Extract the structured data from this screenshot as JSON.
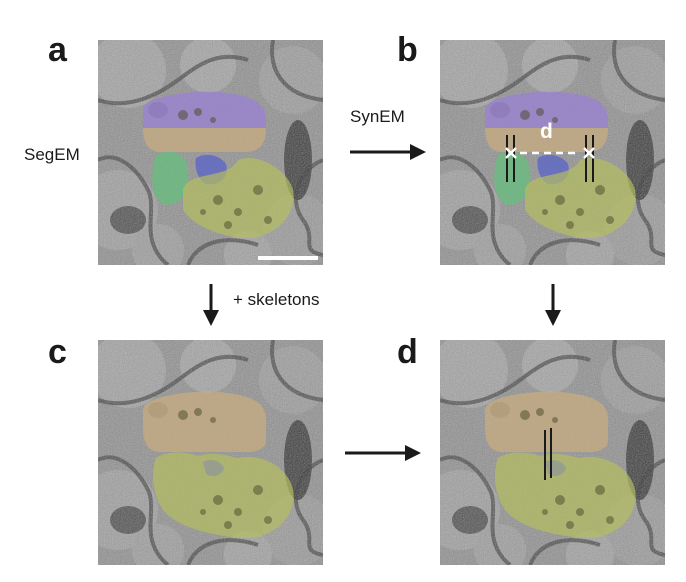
{
  "panels": {
    "a": "a",
    "b": "b",
    "c": "c",
    "d": "d"
  },
  "annotations": {
    "segem": "SegEM",
    "synem": "SynEM",
    "skeletons": "+ skeletons",
    "distance": "d"
  },
  "colors": {
    "purple_segment": "#9a7fd6",
    "tan_segment": "#c9ad7e",
    "green_segment": "#63c07a",
    "blue_segment": "#5a63c8",
    "olive_segment": "#b6bf5d",
    "arrow": "#1a1a1a",
    "scale_bar": "#ffffff"
  }
}
